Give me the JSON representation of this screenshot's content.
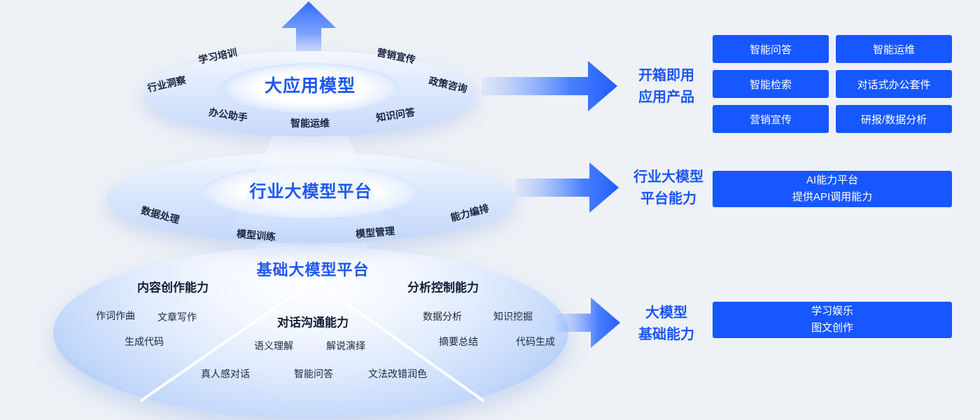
{
  "colors": {
    "accent": "#1e57f0",
    "chip_blue": "#1657ff",
    "arrow_blue": "#2f6bff",
    "background": "#eef1f6"
  },
  "pyramid": {
    "top": {
      "title": "大应用模型",
      "ring_labels": [
        "学习培训",
        "营销宣传",
        "行业洞察",
        "政策咨询",
        "办公助手",
        "智能运维",
        "知识问答"
      ]
    },
    "middle": {
      "title": "行业大模型平台",
      "ring_labels": [
        "数据处理",
        "模型训练",
        "模型管理",
        "能力编排"
      ]
    },
    "bottom": {
      "title": "基础大模型平台",
      "sections": [
        {
          "title": "内容创作能力",
          "items": [
            "作词作曲",
            "文章写作",
            "生成代码"
          ]
        },
        {
          "title": "对话沟通能力",
          "items": [
            "语义理解",
            "解说演绎",
            "真人感对话",
            "智能问答",
            "文法改错润色"
          ]
        },
        {
          "title": "分析控制能力",
          "items": [
            "数据分析",
            "知识挖掘",
            "摘要总结",
            "代码生成"
          ]
        }
      ]
    }
  },
  "right_panel": {
    "rows": [
      {
        "label": [
          "开箱即用",
          "应用产品"
        ],
        "buttons": [
          "智能问答",
          "智能运维",
          "智能检索",
          "对话式办公套件",
          "营销宣传",
          "研报/数据分析"
        ]
      },
      {
        "label": [
          "行业大模型",
          "平台能力"
        ],
        "box": [
          "AI能力平台",
          "提供API调用能力"
        ]
      },
      {
        "label": [
          "大模型",
          "基础能力"
        ],
        "box": [
          "学习娱乐",
          "图文创作"
        ]
      }
    ]
  }
}
